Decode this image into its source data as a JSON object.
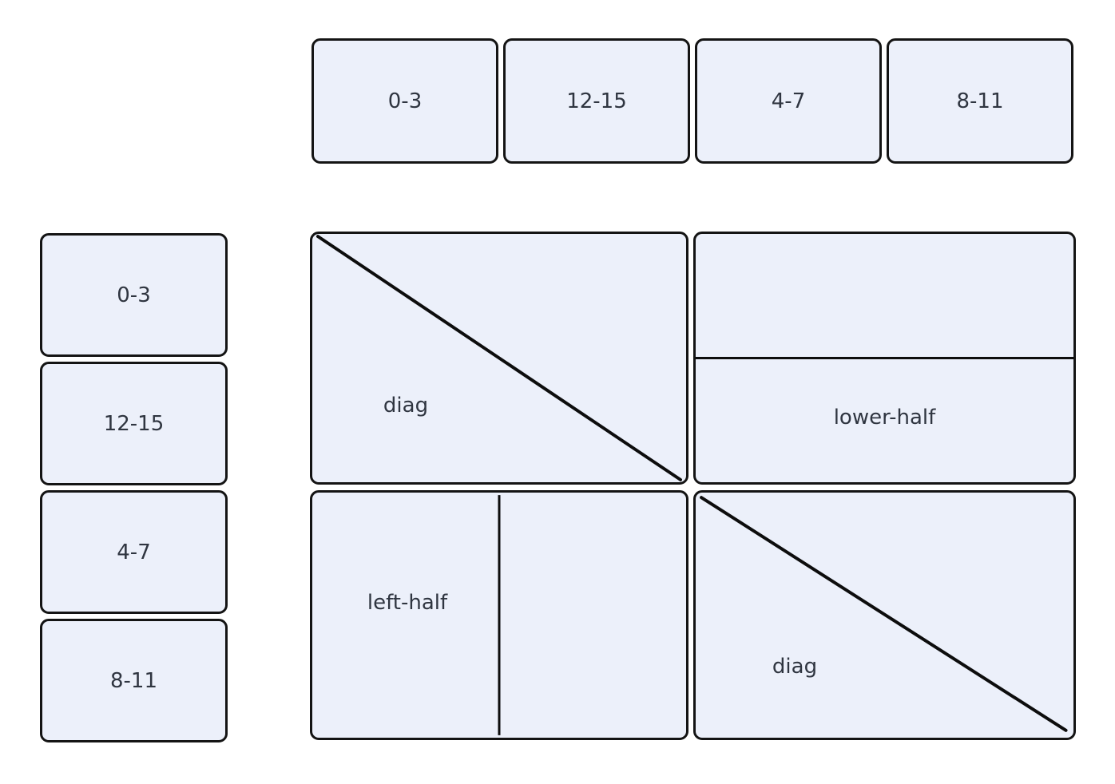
{
  "theme": {
    "background": "#ffffff",
    "box_fill": "#ecf0fa",
    "box_border": "#141414",
    "text_color": "#2f3540",
    "line_color": "#0d0d0d"
  },
  "top_row": {
    "items": [
      {
        "label": "0-3"
      },
      {
        "label": "12-15"
      },
      {
        "label": "4-7"
      },
      {
        "label": "8-11"
      }
    ]
  },
  "left_column": {
    "items": [
      {
        "label": "0-3"
      },
      {
        "label": "12-15"
      },
      {
        "label": "4-7"
      },
      {
        "label": "8-11"
      }
    ]
  },
  "grid": {
    "cells": [
      {
        "position": "top-left",
        "label": "diag",
        "pattern": "diagonal-line"
      },
      {
        "position": "top-right",
        "label": "lower-half",
        "pattern": "horizontal-split-line"
      },
      {
        "position": "bottom-left",
        "label": "left-half",
        "pattern": "vertical-split-line"
      },
      {
        "position": "bottom-right",
        "label": "diag",
        "pattern": "diagonal-line"
      }
    ]
  }
}
